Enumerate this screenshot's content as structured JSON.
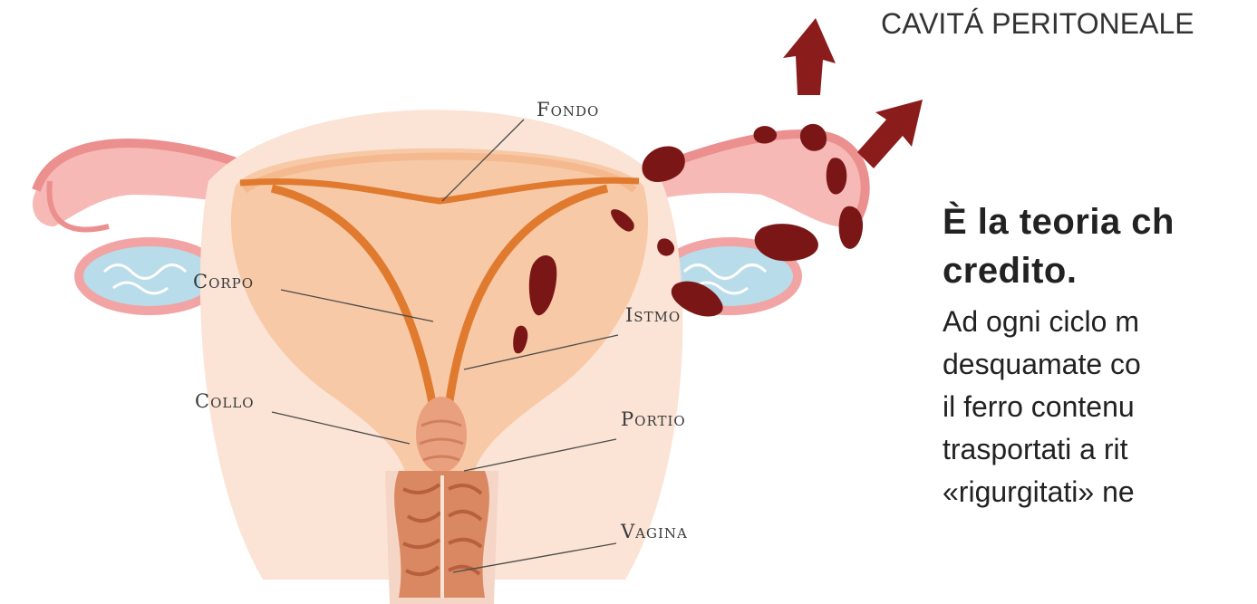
{
  "title": "CAVITÁ PERITONEALE",
  "labels": {
    "fondo": {
      "first": "F",
      "rest": "ONDO"
    },
    "corpo": {
      "first": "C",
      "rest": "ORPO"
    },
    "istmo": {
      "first": "I",
      "rest": "STMO"
    },
    "collo": {
      "first": "C",
      "rest": "OLLO"
    },
    "portio": {
      "first": "P",
      "rest": "ORTIO"
    },
    "vagina": {
      "first": "V",
      "rest": "AGINA"
    }
  },
  "text": {
    "heading_line1": "È la teoria ch",
    "heading_line2": "credito.",
    "body": [
      "Ad ogni ciclo m",
      "desquamate co",
      "il ferro contenu",
      "trasportati a rit",
      "«rigurgitati» ne"
    ]
  },
  "colors": {
    "arrow": "#8b1c1c",
    "blood": "#7a1616",
    "canal": "#e07a2e",
    "tissue": "#f7c9a6",
    "tube": "#f2a3a3",
    "ovary": "#b8dcea"
  }
}
